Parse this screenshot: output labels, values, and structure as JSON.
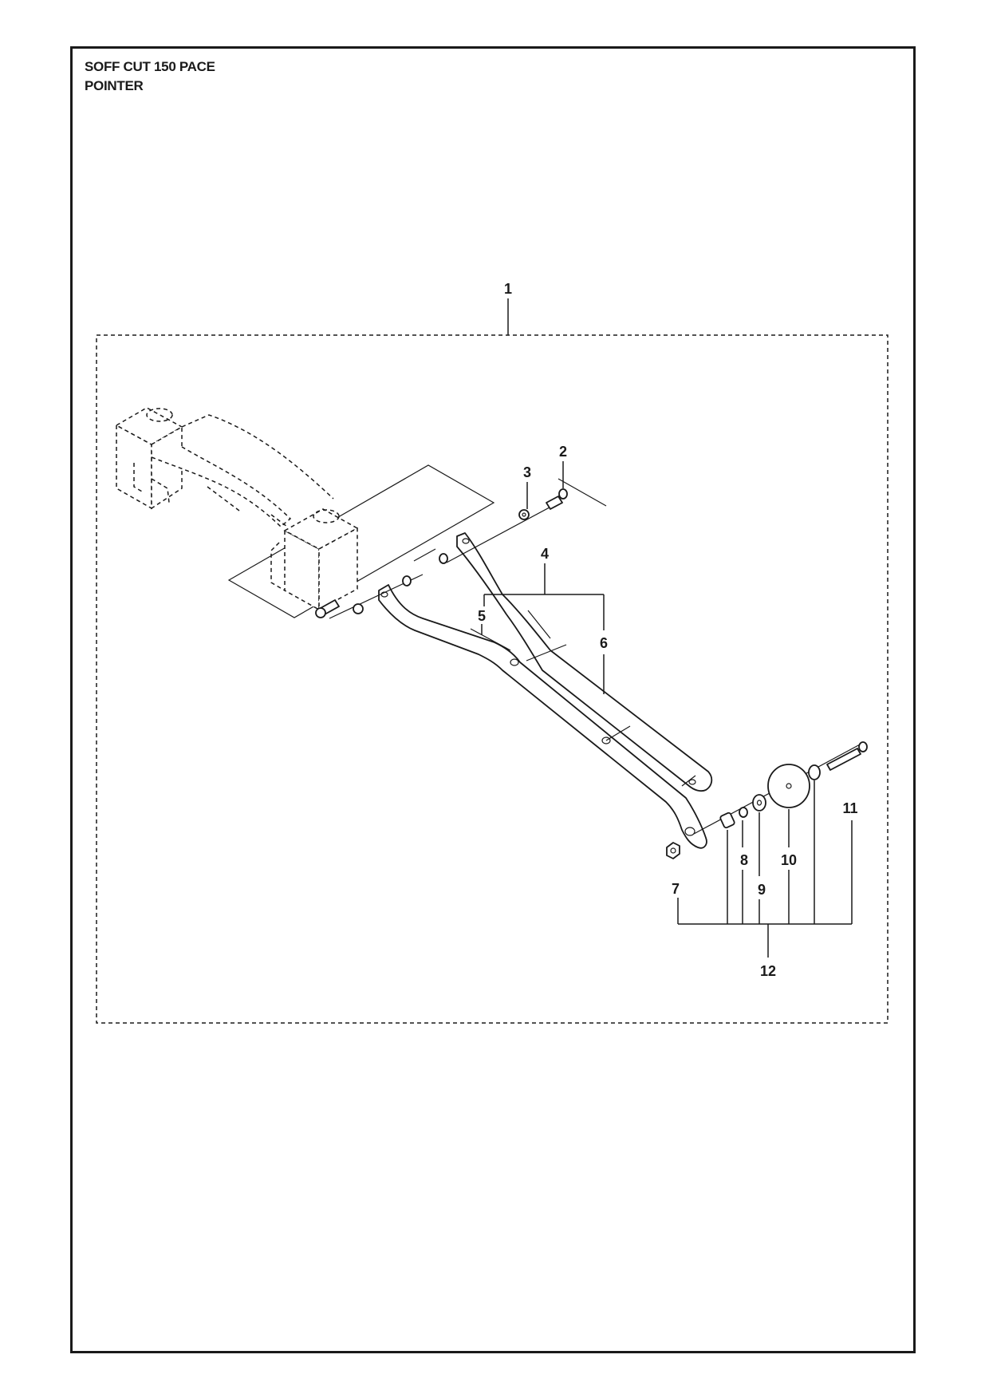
{
  "header": {
    "model": "SOFF CUT 150 PACE",
    "section": "POINTER"
  },
  "callouts": [
    "1",
    "2",
    "3",
    "4",
    "5",
    "6",
    "7",
    "8",
    "9",
    "10",
    "11",
    "12"
  ]
}
